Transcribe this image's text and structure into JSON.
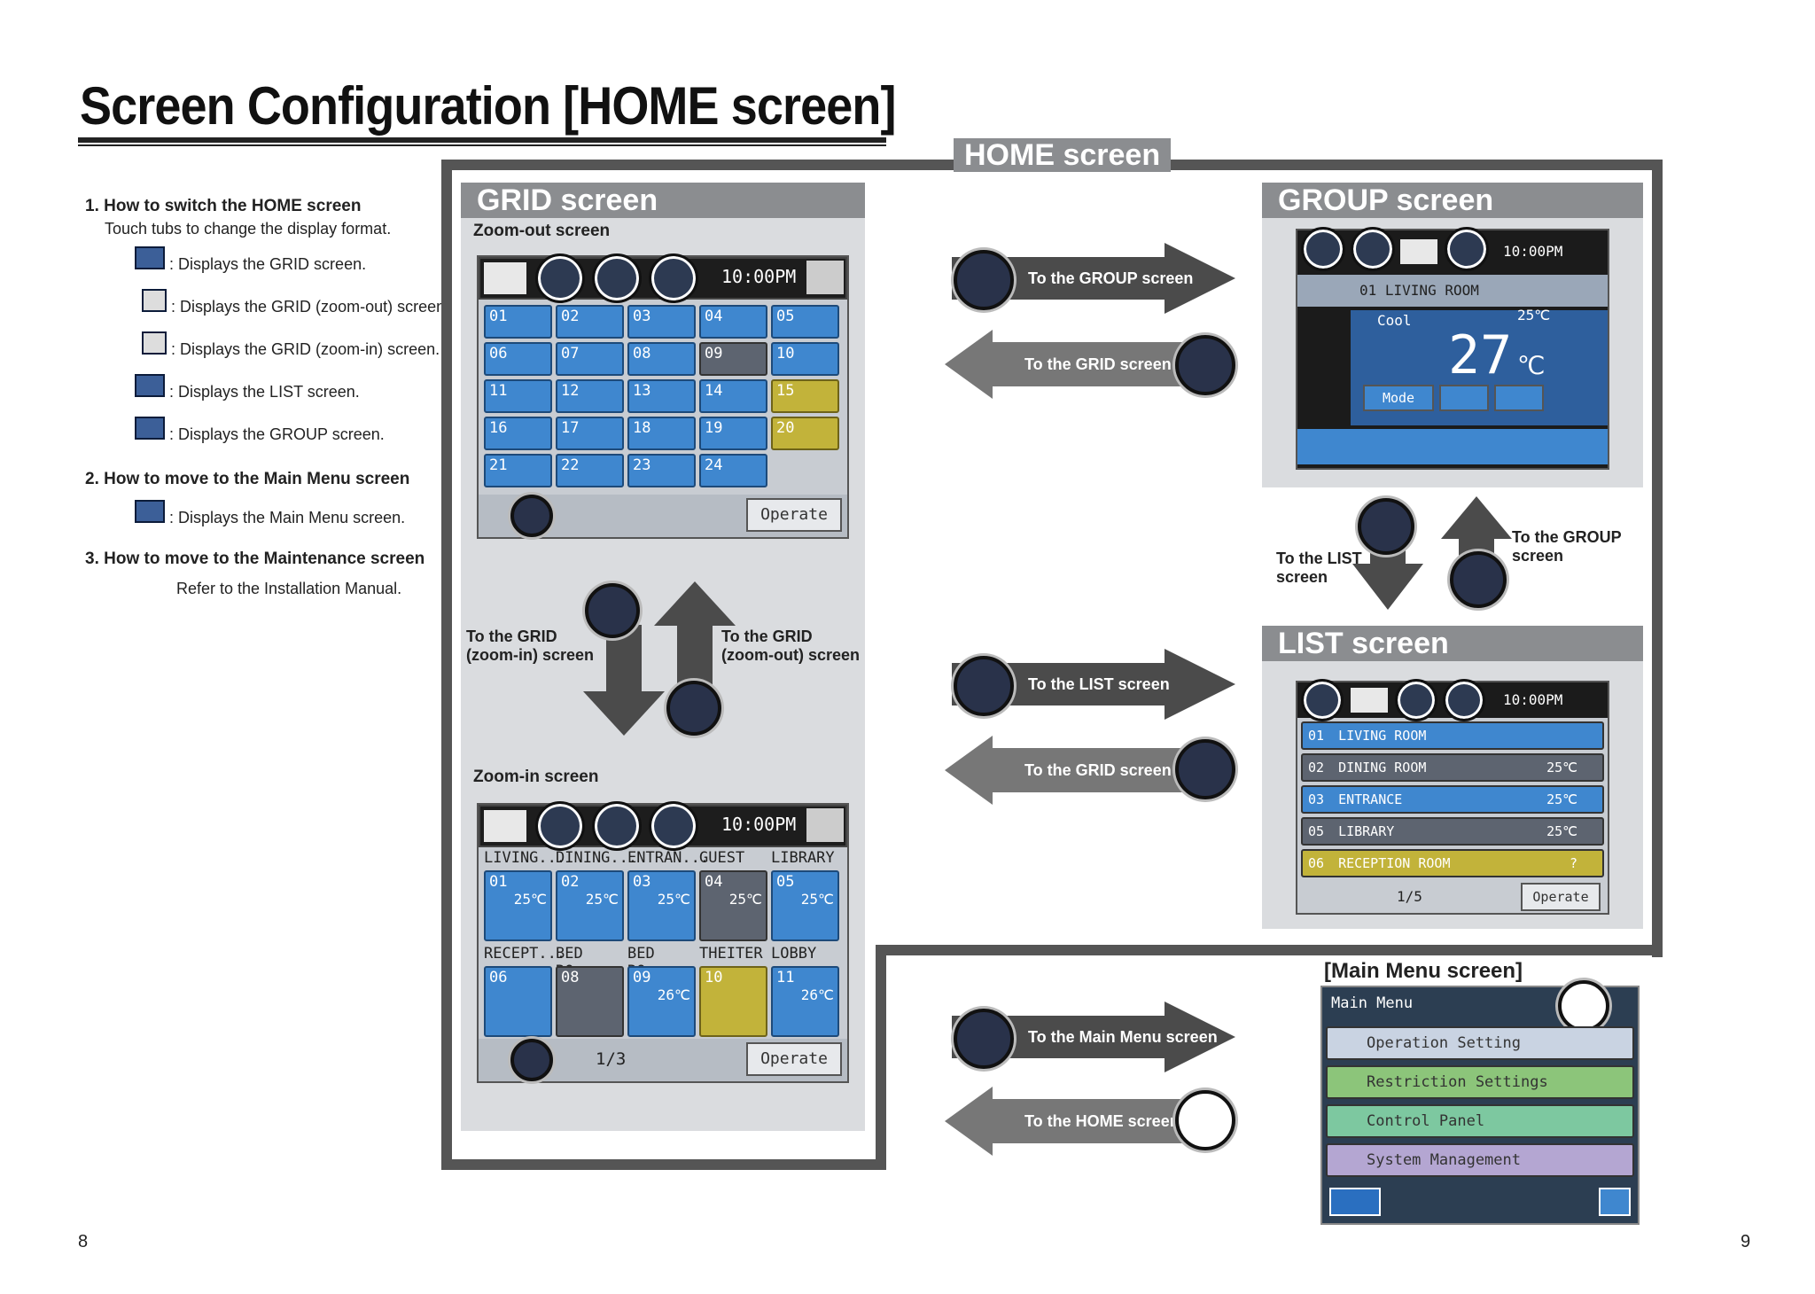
{
  "title": "Screen Configuration [HOME screen]",
  "instructions": {
    "s1_title": "1. How to switch the HOME screen",
    "s1_desc": "Touch tubs to change the display format.",
    "items": [
      ": Displays the GRID screen.",
      ": Displays the GRID (zoom-out) screen.",
      ": Displays the GRID (zoom-in) screen.",
      ": Displays the LIST screen.",
      ": Displays the GROUP screen."
    ],
    "s2_title": "2. How to move to the Main Menu screen",
    "s2_desc": ": Displays the Main Menu screen.",
    "s3_title": "3. How to move to the Maintenance screen",
    "s3_desc": "Refer to the Installation Manual."
  },
  "home_label": "HOME screen",
  "grid": {
    "title": "GRID screen",
    "zoomout": "Zoom-out screen",
    "zoomin": "Zoom-in screen",
    "time": "10:00PM",
    "operate": "Operate",
    "page": "1/3",
    "cells": [
      "01",
      "02",
      "03",
      "04",
      "05",
      "06",
      "07",
      "08",
      "09",
      "10",
      "11",
      "12",
      "13",
      "14",
      "15",
      "16",
      "17",
      "18",
      "19",
      "20",
      "21",
      "22",
      "23",
      "24"
    ],
    "zin_row1": [
      "LIVING...",
      "DINING...",
      "ENTRAN...",
      "GUEST ...",
      "LIBRARY"
    ],
    "zin_row1_nums": [
      "01",
      "02",
      "03",
      "04",
      "05"
    ],
    "zin_row1_temps": [
      "25℃",
      "25℃",
      "25℃",
      "25℃",
      "25℃"
    ],
    "zin_row2": [
      "RECEPT...",
      "BED RO...",
      "BED RO...",
      "THEITER",
      "LOBBY"
    ],
    "zin_row2_nums": [
      "06",
      "08",
      "09",
      "10",
      "11"
    ],
    "zin_row2_temps": [
      "26℃",
      "26℃"
    ],
    "to_zoomin": "To the GRID (zoom-in) screen",
    "to_zoomout": "To the GRID (zoom-out) screen"
  },
  "group": {
    "title": "GROUP screen",
    "time": "10:00PM",
    "room": "01 LIVING ROOM",
    "mode": "Cool",
    "setpoint": "25℃",
    "temp": "27",
    "unit": "℃",
    "mode_btn": "Mode"
  },
  "list": {
    "title": "LIST screen",
    "time": "10:00PM",
    "page": "1/5",
    "operate": "Operate",
    "rows": [
      {
        "n": "01",
        "name": "LIVING ROOM",
        "t": ""
      },
      {
        "n": "02",
        "name": "DINING ROOM",
        "t": "25℃"
      },
      {
        "n": "03",
        "name": "ENTRANCE",
        "t": "25℃"
      },
      {
        "n": "05",
        "name": "LIBRARY",
        "t": "25℃"
      },
      {
        "n": "06",
        "name": "RECEPTION ROOM",
        "t": "?"
      }
    ]
  },
  "to_list_lbl": "To the LIST screen",
  "to_group_lbl": "To the GROUP screen",
  "arrows": {
    "to_group": "To the GROUP screen",
    "to_grid1": "To the GRID screen",
    "to_list": "To the LIST screen",
    "to_grid2": "To the GRID screen",
    "to_main": "To the Main Menu screen",
    "to_home": "To the HOME screen"
  },
  "mainmenu": {
    "title": "[Main Menu screen]",
    "header": "Main Menu",
    "items": [
      "Operation Setting",
      "Restriction Settings",
      "Control Panel",
      "System Management"
    ]
  },
  "pages": {
    "left": "8",
    "right": "9"
  }
}
